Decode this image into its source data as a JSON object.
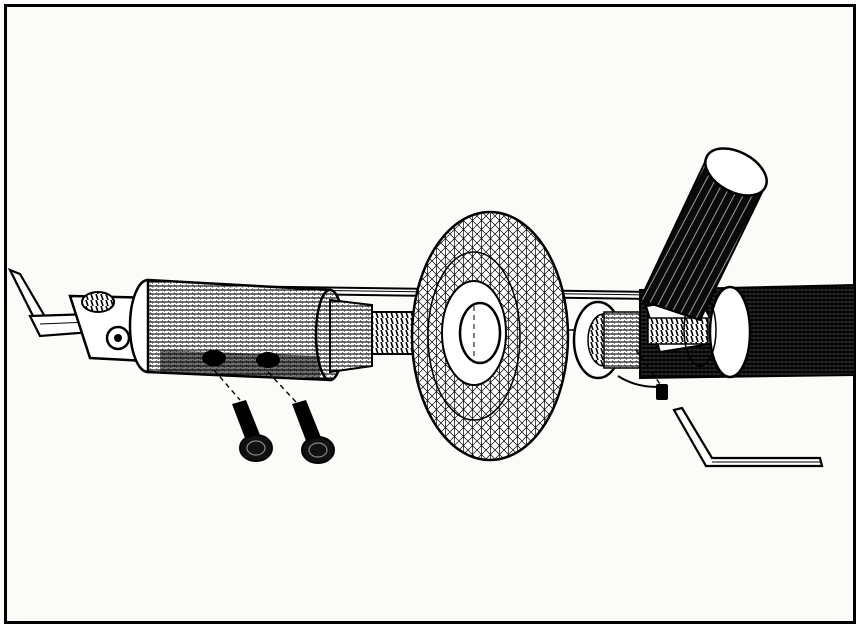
{
  "figure": {
    "style": "black-and-white exploded technical line drawing",
    "colors": {
      "ink": "#000000",
      "paper": "#fbfbf8",
      "frame": "#000000"
    },
    "parts": [
      "angled-cutter-bit",
      "bit-holder-clamp",
      "knurled-body",
      "threaded-shaft",
      "knurled-wheel",
      "bearing",
      "handle-tube",
      "angled-handle",
      "mounting-screws",
      "set-screw",
      "hex-key"
    ]
  }
}
